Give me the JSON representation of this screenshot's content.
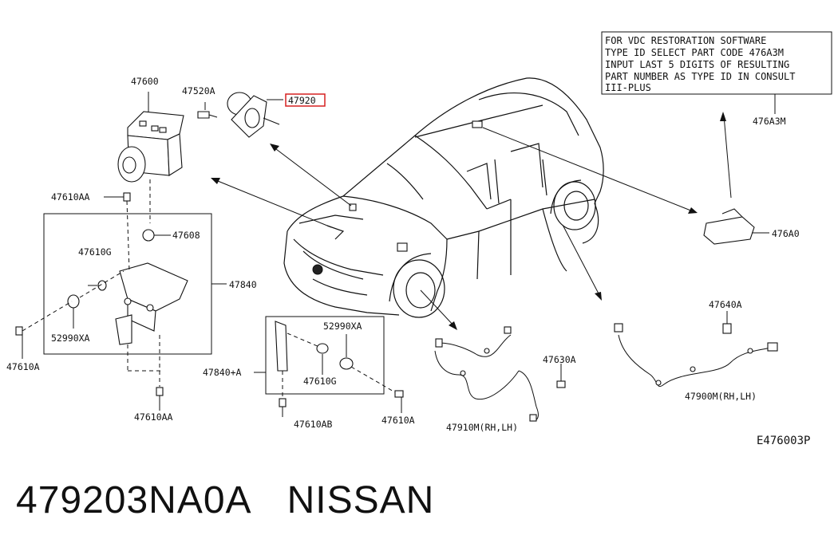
{
  "diagram": {
    "labels": {
      "p47600": "47600",
      "p47520a": "47520A",
      "p47920": "47920",
      "p47610aa_top": "47610AA",
      "p47608": "47608",
      "p47610g": "47610G",
      "p47840": "47840",
      "p52990xa": "52990XA",
      "p47610a_left": "47610A",
      "p47610aa_bottom": "47610AA",
      "p52990xa_right": "52990XA",
      "p47840a": "47840+A",
      "p47610g_right": "47610G",
      "p47610ab": "47610AB",
      "p47610a_right": "47610A",
      "p47630a": "47630A",
      "p47910m": "47910M(RH,LH)",
      "p47640a": "47640A",
      "p47900m": "47900M(RH,LH)",
      "p476a0": "476A0",
      "p476a3m": "476A3M",
      "fig_code": "E476003P"
    },
    "note_lines": [
      "FOR VDC RESTORATION SOFTWARE",
      "TYPE ID SELECT PART CODE 476A3M",
      "INPUT LAST 5 DIGITS OF RESULTING",
      "PART NUMBER AS TYPE ID IN CONSULT",
      "III-PLUS"
    ],
    "highlight_color": "#d62020"
  },
  "footer": {
    "part_number": "479203NA0A",
    "brand": "NISSAN"
  }
}
